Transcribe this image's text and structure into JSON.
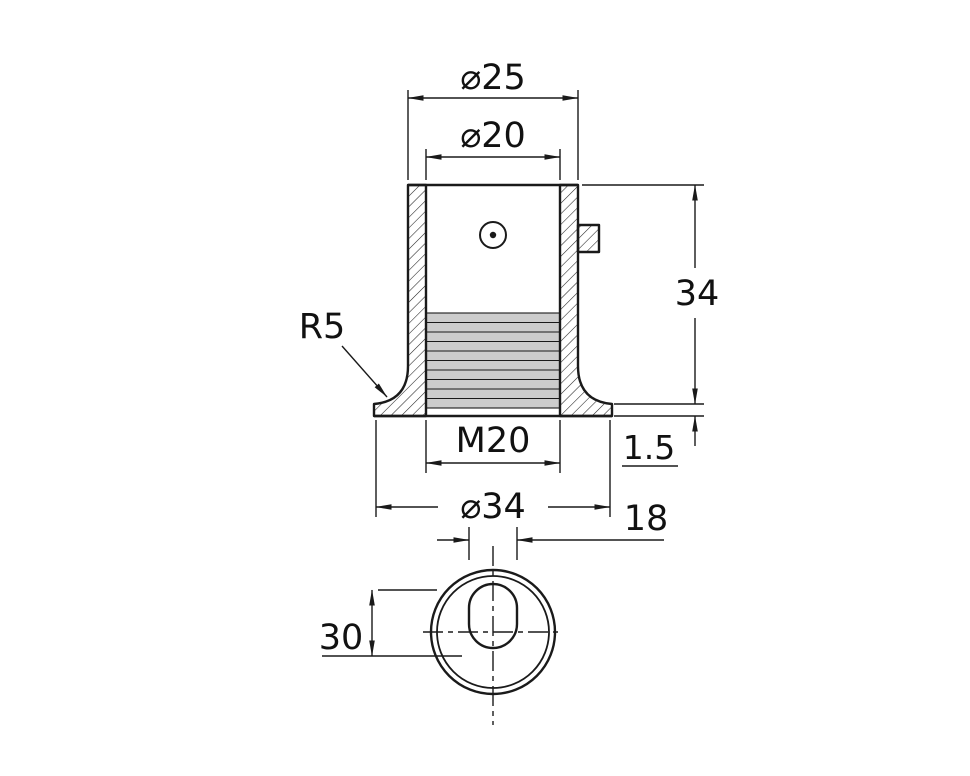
{
  "drawing": {
    "labels": {
      "dia_outer_top": "⌀25",
      "dia_inner_top": "⌀20",
      "height": "34",
      "fillet_radius": "R5",
      "thread": "M20",
      "flange_thickness": "1.5",
      "dia_flange": "⌀34",
      "slot_width": "18",
      "slot_length": "30"
    },
    "colors": {
      "line": "#1a1a1a",
      "thread_fill": "#cccccc",
      "background": "#ffffff"
    }
  }
}
